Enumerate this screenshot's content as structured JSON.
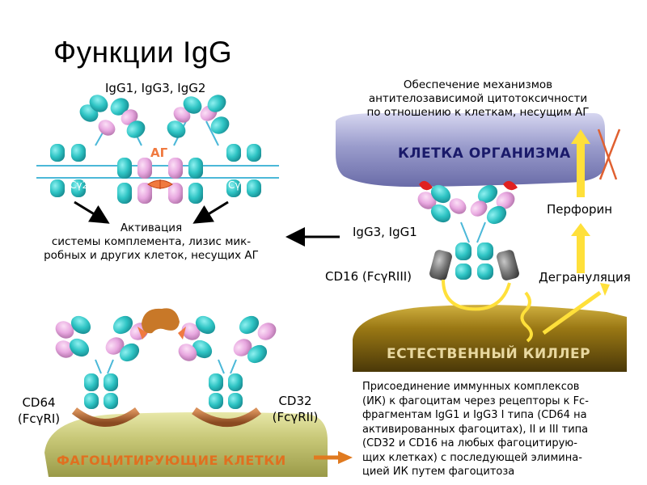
{
  "title": "Функции IgG",
  "labels": {
    "igg_top": "IgG1, IgG3, IgG2",
    "ag": "АГ",
    "ch2_left": "Cγ2",
    "ch2_right": "Cγ2",
    "activation": [
      "Активация",
      "системы  комплемента,  лизис  мик-",
      "робных и других клеток, несущих АГ"
    ],
    "adcc": [
      "Обеспечение механизмов",
      "антителозависимой цитотоксичности",
      "по отношению к клеткам, несущим АГ"
    ],
    "body_cell": "КЛЕТКА ОРГАНИЗМА",
    "perforin": "Перфорин",
    "igg3_igg1": "IgG3, IgG1",
    "cd16": "CD16 (FcγRIII)",
    "degranulation": "Дегрануляция",
    "nk_cell": "ЕСТЕСТВЕННЫЙ КИЛЛЕР",
    "cd64": [
      "CD64",
      "(FcγRI)"
    ],
    "cd32": [
      "CD32",
      "(FcγRII)"
    ],
    "phagocytes": "ФАГОЦИТИРУЮЩИЕ КЛЕТКИ",
    "complexes": [
      "Присоединение  иммунных комплексов",
      "(ИК) к фагоцитам через рецепторы к Fc-",
      "фрагментам IgG1 и IgG3  I типа (CD64 на",
      "активированных фагоцитах), II и III типа",
      "(CD32  и  CD16  на любых фагоцитирую-",
      "щих клетках)  с последующей  элимина-",
      "цией ИК путем  фагоцитоза"
    ]
  },
  "colors": {
    "heavy": "#2ec4c4",
    "light": "#e8a8e0",
    "hinge": "#4bb8d8",
    "antigen": "#f07a40",
    "arrow_yellow": "#ffe03a",
    "body_cell": "#8a8cc0",
    "nk_cell": "#8a6a10",
    "phagocyte": "#c0c060",
    "receptor": "#b86a30",
    "cross": "#e06030"
  }
}
